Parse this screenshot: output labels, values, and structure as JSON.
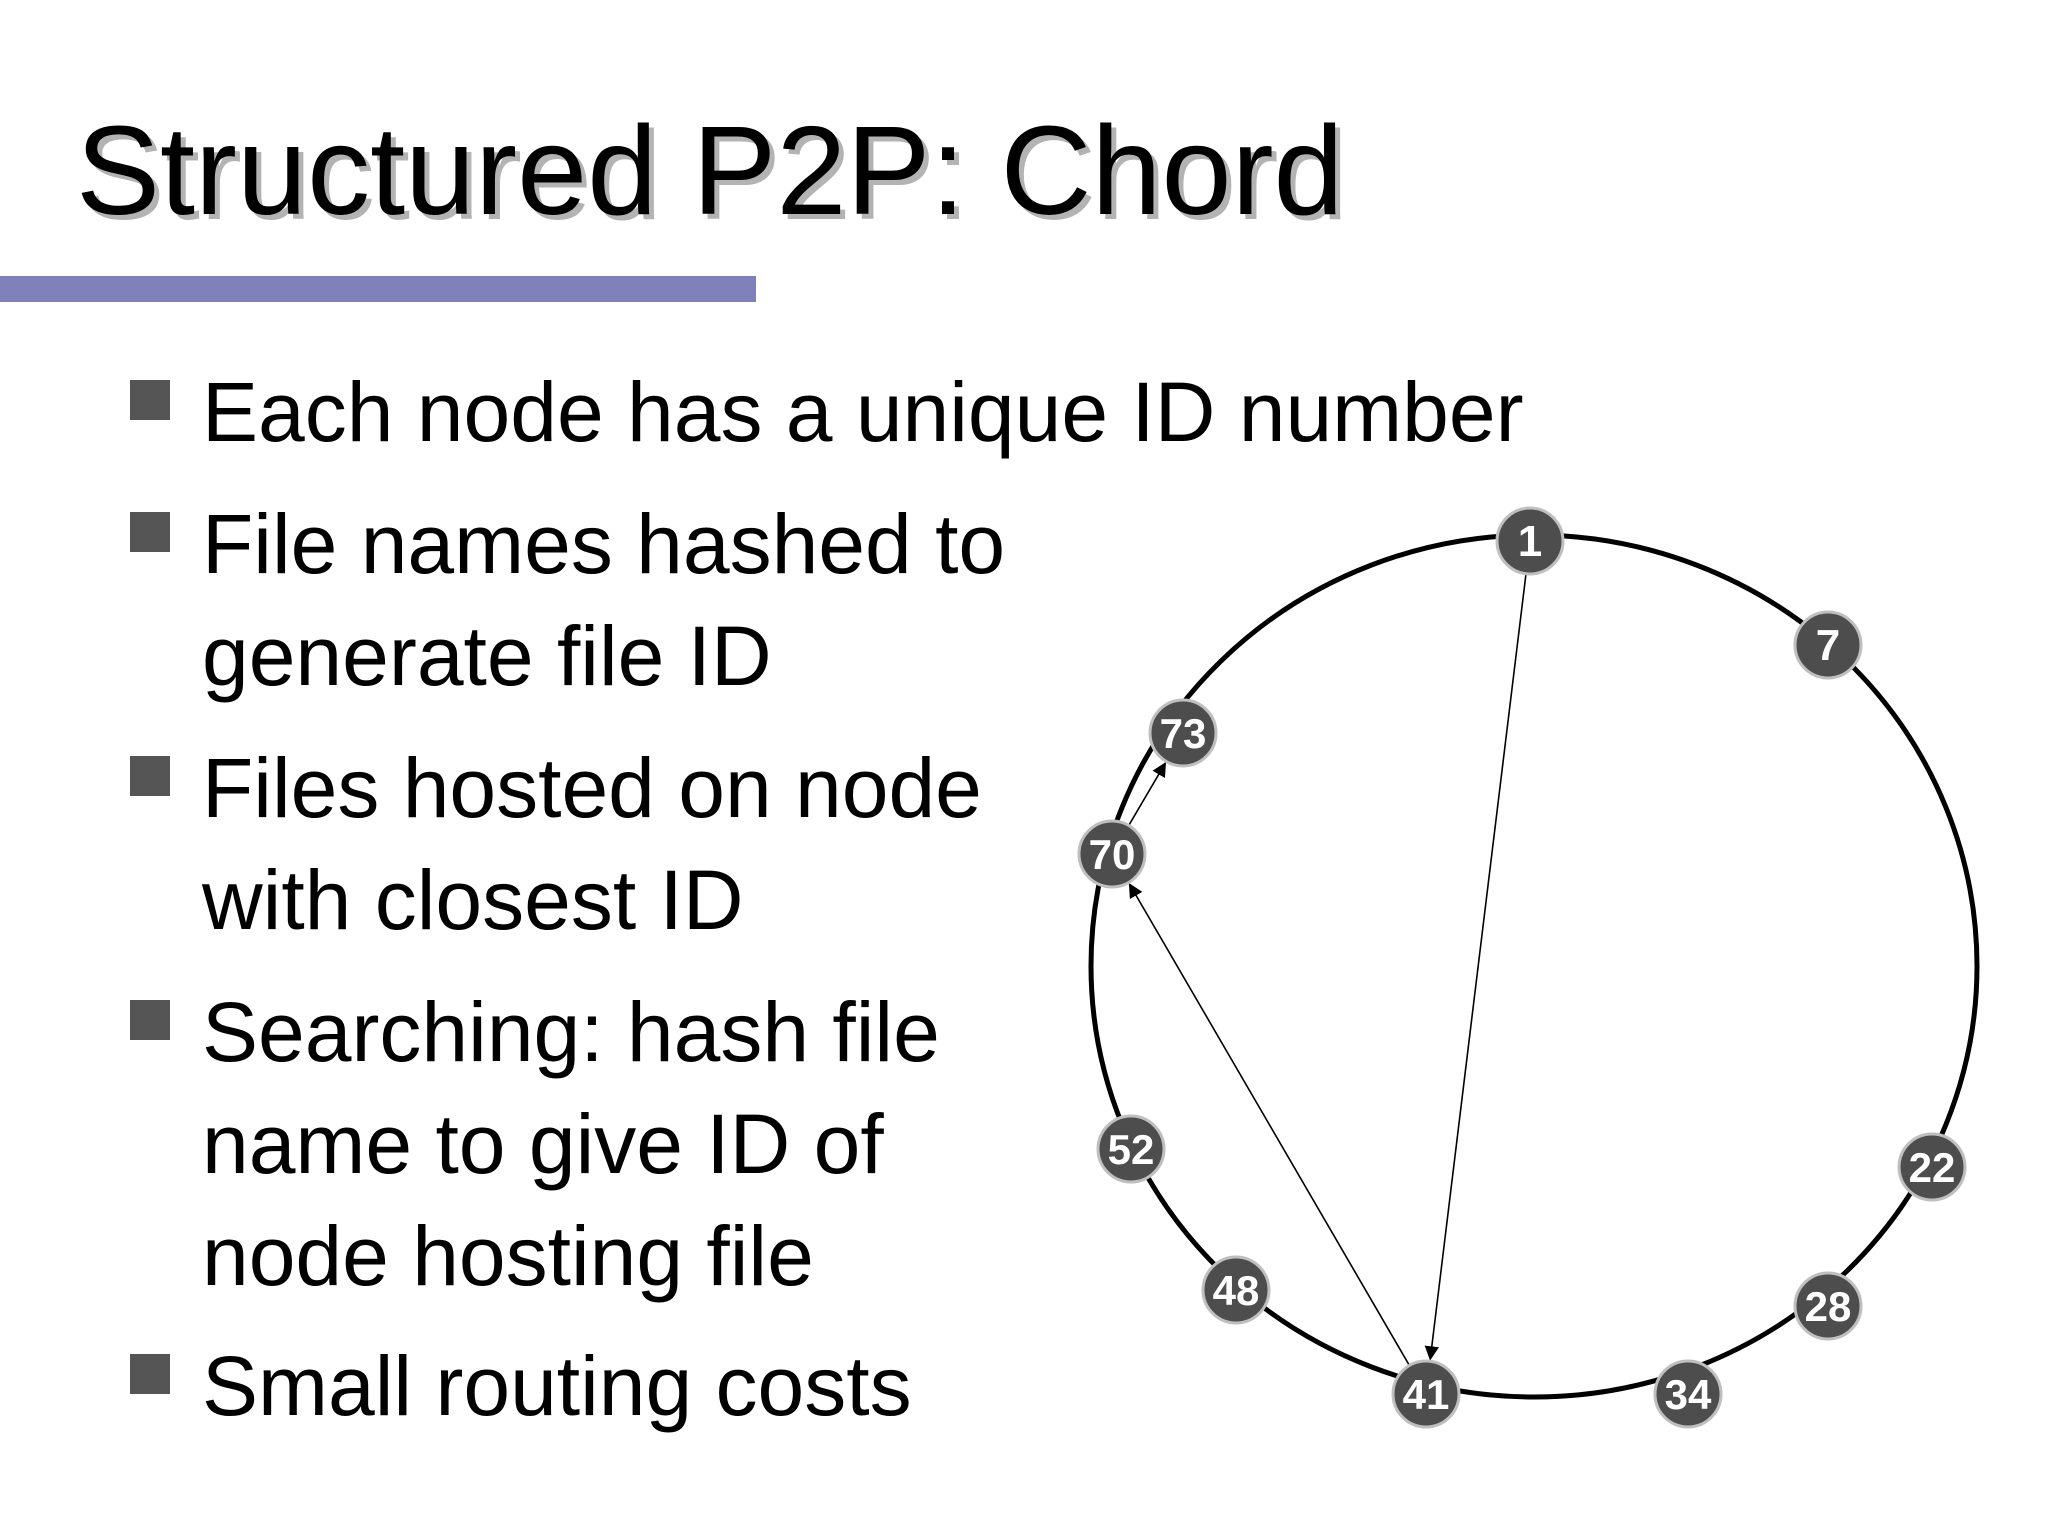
{
  "slide": {
    "title": "Structured P2P: Chord",
    "bullets": [
      {
        "text": "Each node has a unique ID number"
      },
      {
        "text": "File names hashed to\ngenerate file ID"
      },
      {
        "text": "Files hosted on node\nwith closest ID"
      },
      {
        "text": "Searching: hash file\nname to give ID of\nnode hosting file"
      },
      {
        "text": "Small routing costs"
      }
    ]
  },
  "colors": {
    "title_rule": "#8080bb",
    "bullet_marker": "#555555",
    "node_fill": "#4d4d4d",
    "node_border": "#bfbfbf",
    "ring": "#000000"
  },
  "diagram": {
    "nodes": [
      {
        "id": "1"
      },
      {
        "id": "7"
      },
      {
        "id": "22"
      },
      {
        "id": "28"
      },
      {
        "id": "34"
      },
      {
        "id": "41"
      },
      {
        "id": "48"
      },
      {
        "id": "52"
      },
      {
        "id": "70"
      },
      {
        "id": "73"
      }
    ],
    "edges": [
      {
        "from": "1",
        "to": "41"
      },
      {
        "from": "41",
        "to": "70"
      },
      {
        "from": "70",
        "to": "73"
      }
    ]
  }
}
